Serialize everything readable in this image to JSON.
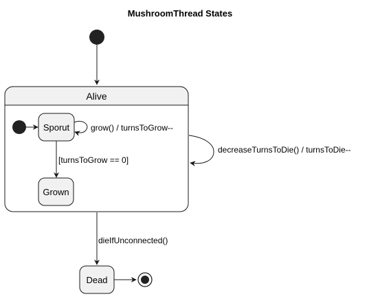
{
  "title": "MushroomThread States",
  "states": {
    "alive": {
      "label": "Alive"
    },
    "sporut": {
      "label": "Sporut"
    },
    "grown": {
      "label": "Grown"
    },
    "dead": {
      "label": "Dead"
    }
  },
  "transitions": {
    "grow": {
      "label": "grow() / turnsToGrow--"
    },
    "to_grown": {
      "label": "[turnsToGrow == 0]"
    },
    "decrease": {
      "label": "decreaseTurnsToDie() / turnsToDie--"
    },
    "to_dead": {
      "label": "dieIfUnconnected()"
    }
  },
  "colors": {
    "state_fill": "#f1f1f1",
    "composite_header_fill": "#f1f1f1",
    "border": "#181818",
    "node_fill": "#222222"
  }
}
